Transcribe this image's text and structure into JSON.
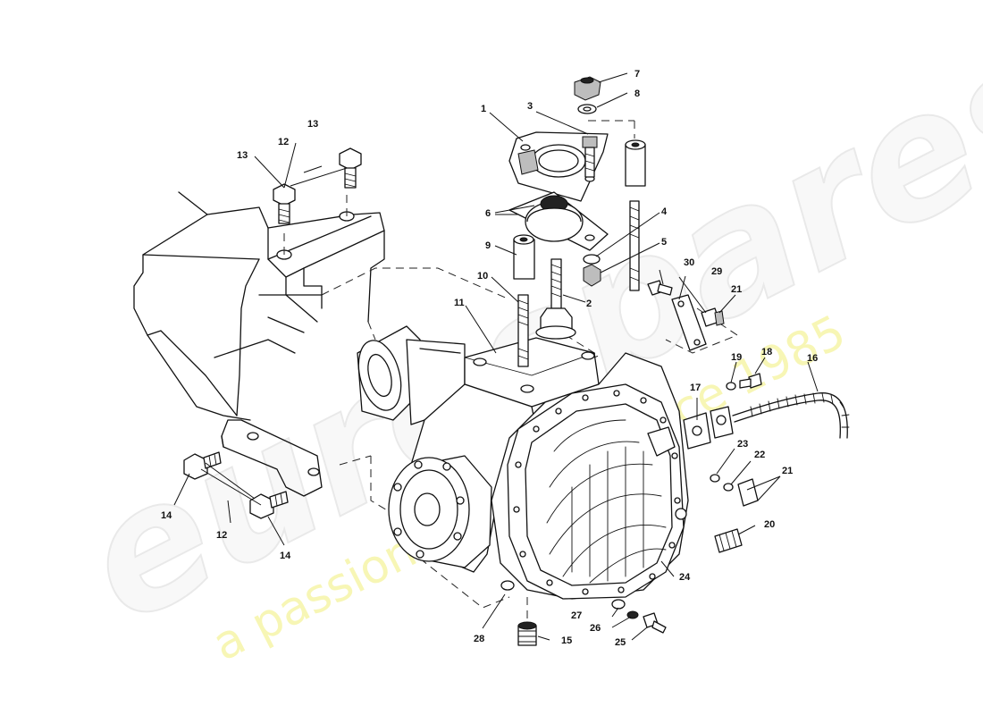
{
  "watermark": {
    "brand": "eurospares",
    "tagline": "a passion for parts since 1985"
  },
  "callouts": [
    {
      "id": "c1",
      "label": "1"
    },
    {
      "id": "c2",
      "label": "2"
    },
    {
      "id": "c3",
      "label": "3"
    },
    {
      "id": "c4",
      "label": "4"
    },
    {
      "id": "c5",
      "label": "5"
    },
    {
      "id": "c6",
      "label": "6"
    },
    {
      "id": "c7",
      "label": "7"
    },
    {
      "id": "c8",
      "label": "8"
    },
    {
      "id": "c9",
      "label": "9"
    },
    {
      "id": "c10",
      "label": "10"
    },
    {
      "id": "c11",
      "label": "11"
    },
    {
      "id": "c12a",
      "label": "12"
    },
    {
      "id": "c12b",
      "label": "12"
    },
    {
      "id": "c13a",
      "label": "13"
    },
    {
      "id": "c13b",
      "label": "13"
    },
    {
      "id": "c14a",
      "label": "14"
    },
    {
      "id": "c14b",
      "label": "14"
    },
    {
      "id": "c15",
      "label": "15"
    },
    {
      "id": "c16",
      "label": "16"
    },
    {
      "id": "c17",
      "label": "17"
    },
    {
      "id": "c18",
      "label": "18"
    },
    {
      "id": "c19",
      "label": "19"
    },
    {
      "id": "c20",
      "label": "20"
    },
    {
      "id": "c21a",
      "label": "21"
    },
    {
      "id": "c21b",
      "label": "21"
    },
    {
      "id": "c22",
      "label": "22"
    },
    {
      "id": "c23",
      "label": "23"
    },
    {
      "id": "c24",
      "label": "24"
    },
    {
      "id": "c25",
      "label": "25"
    },
    {
      "id": "c26",
      "label": "26"
    },
    {
      "id": "c27",
      "label": "27"
    },
    {
      "id": "c28",
      "label": "28"
    },
    {
      "id": "c29",
      "label": "29"
    },
    {
      "id": "c30",
      "label": "30"
    }
  ]
}
